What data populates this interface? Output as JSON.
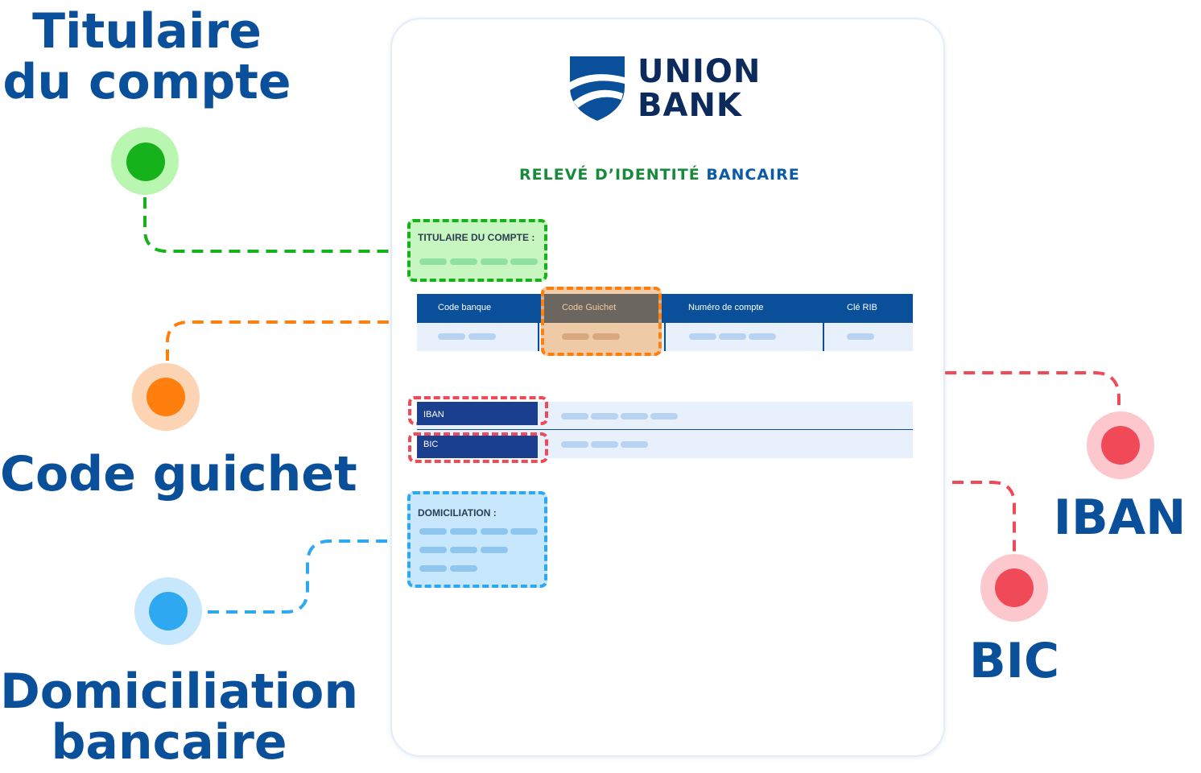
{
  "callouts": {
    "titulaire": "Titulaire du compte",
    "code_guichet": "Code guichet",
    "domiciliation": "Domiciliation bancaire",
    "iban": "IBAN",
    "bic": "BIC"
  },
  "bank": {
    "name_line1": "UNION",
    "name_line2": "BANK"
  },
  "document": {
    "title_part1": "RELEVÉ D’IDENTITÉ",
    "title_part2": "BANCAIRE",
    "titulaire_label": "TITULAIRE DU COMPTE :",
    "table_headers": [
      "Code banque",
      "Code Guichet",
      "Numéro de compte",
      "Clé RIB"
    ],
    "iban_label": "IBAN",
    "bic_label": "BIC",
    "domiciliation_label": "DOMICILIATION :"
  },
  "colors": {
    "titulaire": "#16b21b",
    "code_guichet": "#ff7f0e",
    "iban_bic": "#f04a58",
    "domiciliation": "#2ea8f0",
    "brand": "#0a4f9a"
  }
}
